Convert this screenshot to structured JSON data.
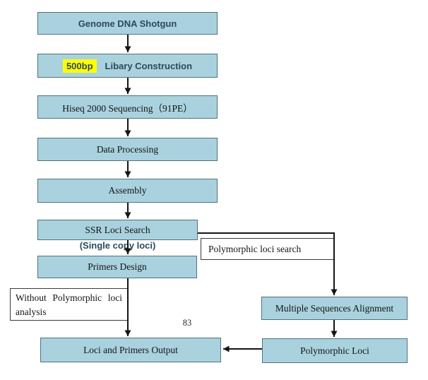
{
  "colors": {
    "node_fill": "#a9d2de",
    "node_border": "#53707d",
    "note_border": "#3a3a3a",
    "highlight": "#ffff00",
    "arrow": "#141414",
    "serif_text": "#141414",
    "sans_text": "#2c4a5e"
  },
  "flowchart": {
    "nodes": {
      "genome": {
        "label": "Genome DNA Shotgun"
      },
      "library": {
        "highlight": "500bp",
        "label": "Libary Construction"
      },
      "sequencing": {
        "label": "Hiseq 2000 Sequencing（91PE）"
      },
      "data_processing": {
        "label": "Data Processing"
      },
      "assembly": {
        "label": "Assembly"
      },
      "ssr_search": {
        "label": "SSR Loci Search",
        "note": "(Single copy loci)"
      },
      "primers_design": {
        "label": "Primers Design"
      },
      "multiple_sequences_alignment": {
        "label": "Multiple Sequences Alignment"
      },
      "polymorphic_loci": {
        "label": "Polymorphic Loci"
      },
      "output": {
        "label": "Loci and Primers Output"
      }
    },
    "annotations": {
      "polymorphic_search": {
        "label": "Polymorphic loci search"
      },
      "without_polymorphic": {
        "label": "Without Polymorphic loci analysis"
      }
    },
    "page_number": "83"
  }
}
